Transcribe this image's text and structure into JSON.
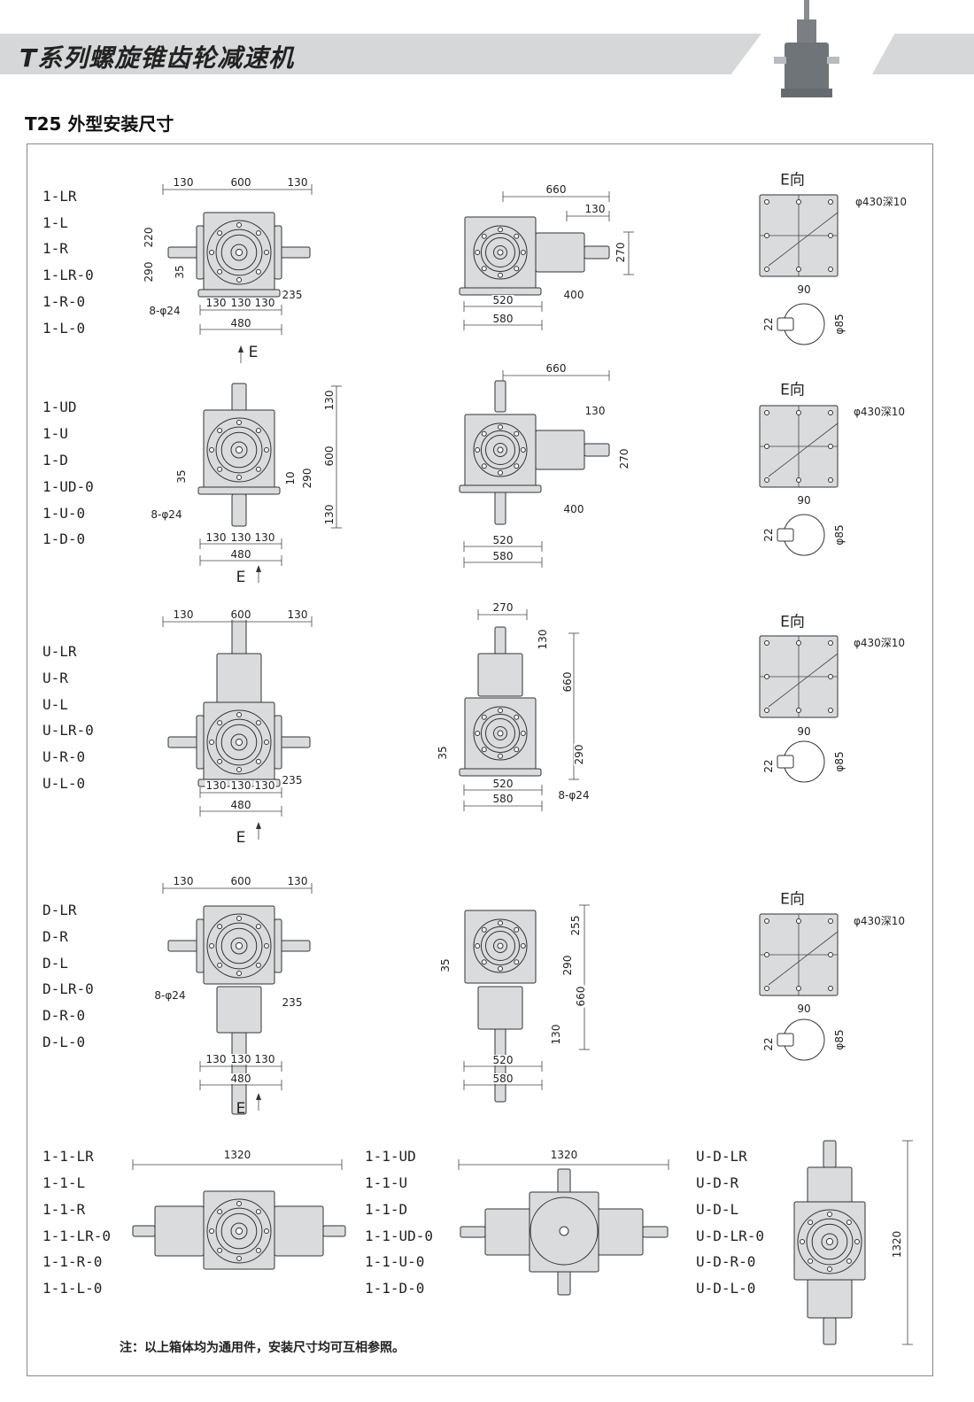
{
  "header": {
    "title": "T系列螺旋锥齿轮减速机",
    "subtitle": "T25 外型安装尺寸"
  },
  "rows": [
    {
      "models": [
        "1-LR",
        "1-L",
        "1-R",
        "1-LR-0",
        "1-R-0",
        "1-L-0"
      ],
      "front": [
        "130",
        "600",
        "130",
        "220",
        "290",
        "35",
        "235",
        "8-φ24",
        "130",
        "130",
        "130",
        "480"
      ],
      "e": "E",
      "side": [
        "660",
        "130",
        "270",
        "520",
        "400",
        "580"
      ],
      "eview": {
        "title": "E向",
        "hole": "φ430深10",
        "w": "90",
        "k": "22",
        "d": "φ85"
      }
    },
    {
      "models": [
        "1-UD",
        "1-U",
        "1-D",
        "1-UD-0",
        "1-U-0",
        "1-D-0"
      ],
      "front": [
        "130",
        "600",
        "130",
        "290",
        "10",
        "35",
        "8-φ24",
        "130",
        "130",
        "130",
        "480"
      ],
      "e": "E",
      "side": [
        "660",
        "130",
        "270",
        "400",
        "520",
        "580"
      ],
      "eview": {
        "title": "E向",
        "hole": "φ430深10",
        "w": "90",
        "k": "22",
        "d": "φ85"
      }
    },
    {
      "models": [
        "U-LR",
        "U-R",
        "U-L",
        "U-LR-0",
        "U-R-0",
        "U-L-0"
      ],
      "front": [
        "130",
        "600",
        "130",
        "235",
        "130",
        "130",
        "130",
        "480"
      ],
      "e": "E",
      "side": [
        "270",
        "130",
        "660",
        "290",
        "35",
        "520",
        "580",
        "8-φ24"
      ],
      "eview": {
        "title": "E向",
        "hole": "φ430深10",
        "w": "90",
        "k": "22",
        "d": "φ85"
      }
    },
    {
      "models": [
        "D-LR",
        "D-R",
        "D-L",
        "D-LR-0",
        "D-R-0",
        "D-L-0"
      ],
      "front": [
        "130",
        "600",
        "130",
        "8-φ24",
        "235",
        "130",
        "130",
        "130",
        "480"
      ],
      "e": "E",
      "side": [
        "255",
        "290",
        "35",
        "660",
        "130",
        "520",
        "580"
      ],
      "eview": {
        "title": "E向",
        "hole": "φ430深10",
        "w": "90",
        "k": "22",
        "d": "φ85"
      }
    }
  ],
  "bottom": [
    {
      "models": [
        "1-1-LR",
        "1-1-L",
        "1-1-R",
        "1-1-LR-0",
        "1-1-R-0",
        "1-1-L-0"
      ],
      "dim": "1320"
    },
    {
      "models": [
        "1-1-UD",
        "1-1-U",
        "1-1-D",
        "1-1-UD-0",
        "1-1-U-0",
        "1-1-D-0"
      ],
      "dim": "1320"
    },
    {
      "models": [
        "U-D-LR",
        "U-D-R",
        "U-D-L",
        "U-D-LR-0",
        "U-D-R-0",
        "U-D-L-0"
      ],
      "dim": "1320"
    }
  ],
  "note": "注：以上箱体均为通用件，安装尺寸均可互相参照。"
}
